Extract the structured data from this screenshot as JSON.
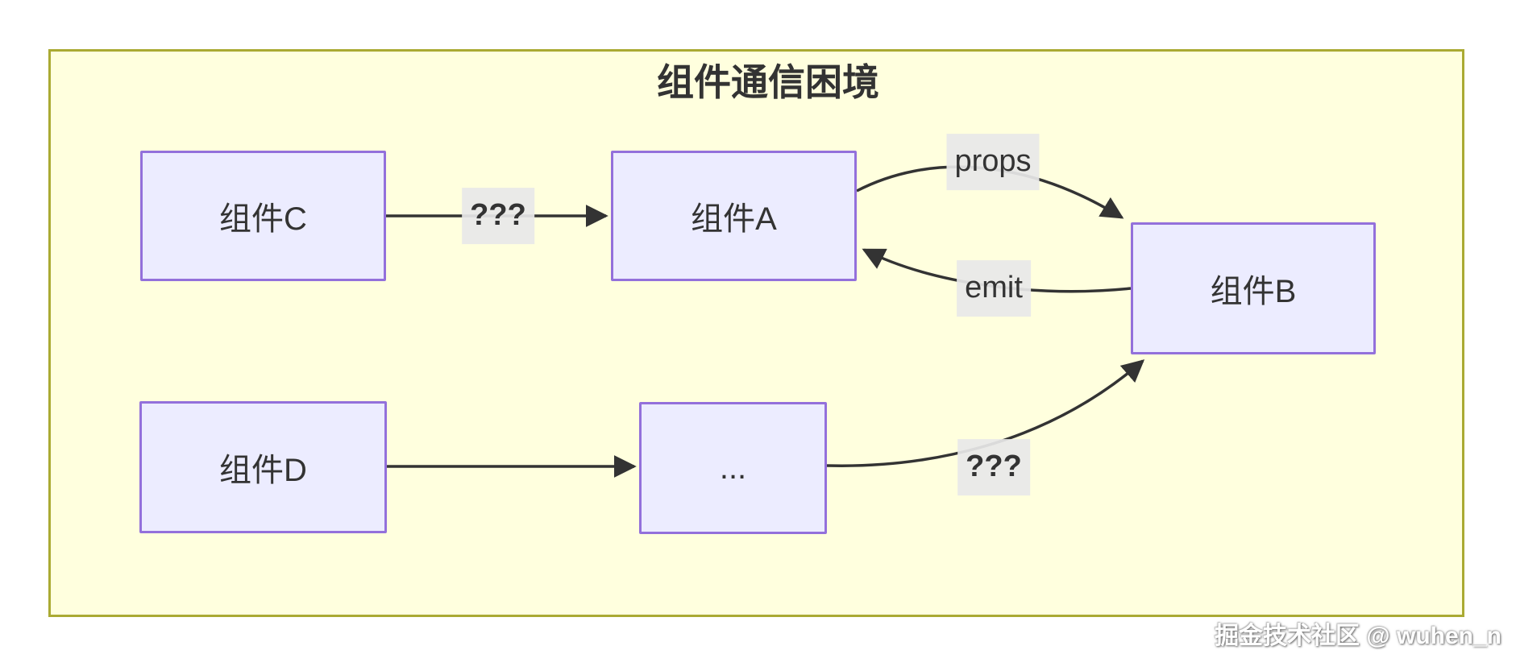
{
  "diagram": {
    "title": "组件通信困境",
    "nodes": [
      {
        "id": "C",
        "label": "组件C"
      },
      {
        "id": "A",
        "label": "组件A"
      },
      {
        "id": "B",
        "label": "组件B"
      },
      {
        "id": "D",
        "label": "组件D"
      },
      {
        "id": "more",
        "label": "..."
      }
    ],
    "edges": [
      {
        "from": "组件C",
        "to": "组件A",
        "label": "???"
      },
      {
        "from": "组件A",
        "to": "组件B",
        "label": "props"
      },
      {
        "from": "组件B",
        "to": "组件A",
        "label": "emit"
      },
      {
        "from": "组件D",
        "to": "...",
        "label": ""
      },
      {
        "from": "...",
        "to": "组件B",
        "label": "???"
      }
    ],
    "colors": {
      "cluster_fill": "#ffffde",
      "cluster_border": "#aaaa33",
      "node_fill": "#ececff",
      "node_border": "#9370db",
      "edge_stroke": "#333333",
      "edge_label_bg": "#e8e8e8",
      "text": "#333333"
    }
  },
  "watermark": {
    "text": "掘金技术社区 @ wuhen_n"
  }
}
